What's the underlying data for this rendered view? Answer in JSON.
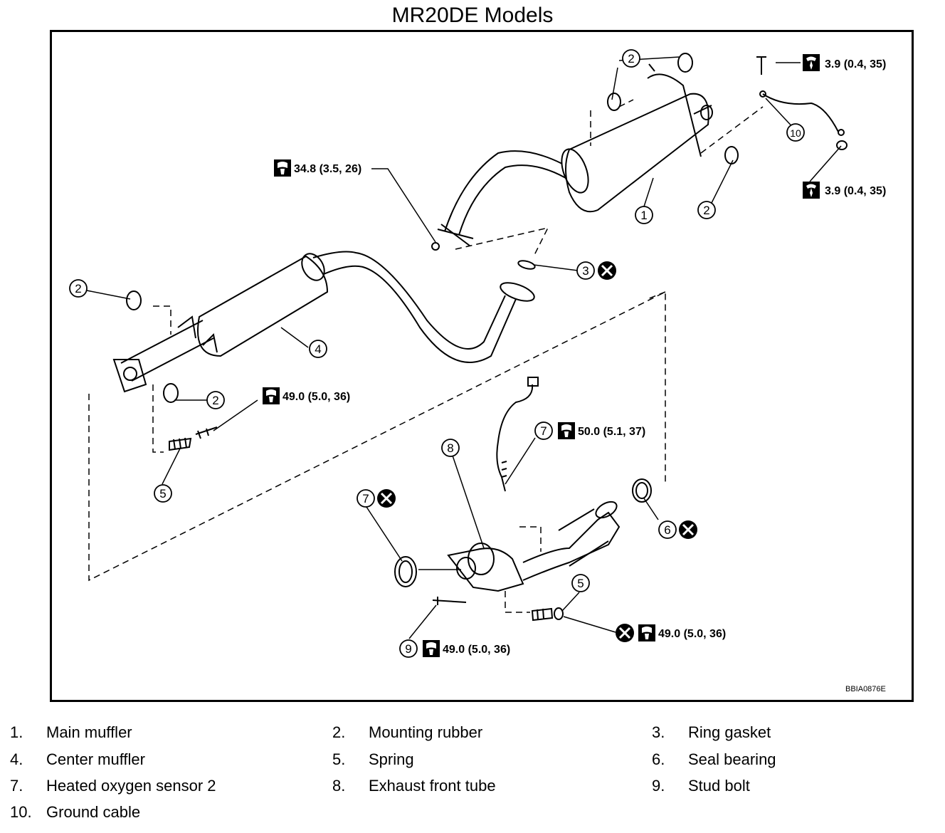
{
  "title": "MR20DE Models",
  "figure_code": "BBIA0876E",
  "callouts": {
    "c1": "1",
    "c2a": "2",
    "c2b": "2",
    "c2c": "2",
    "c2d": "2",
    "c3": "3",
    "c4": "4",
    "c5a": "5",
    "c5b": "5",
    "c6": "6",
    "c7a": "7",
    "c7b": "7",
    "c8": "8",
    "c9": "9",
    "c10": "10"
  },
  "torques": {
    "t_top1": "3.9 (0.4, 35)",
    "t_top2": "3.9 (0.4, 35)",
    "t_center": "34.8 (3.5, 26)",
    "t_center_bolt": "49.0 (5.0, 36)",
    "t_sensor": "50.0 (5.1, 37)",
    "t_spring": "49.0 (5.0, 36)",
    "t_stud": "49.0 (5.0, 36)"
  },
  "legend": [
    {
      "num": "1.",
      "label": "Main muffler"
    },
    {
      "num": "2.",
      "label": "Mounting rubber"
    },
    {
      "num": "3.",
      "label": "Ring gasket"
    },
    {
      "num": "4.",
      "label": "Center muffler"
    },
    {
      "num": "5.",
      "label": "Spring"
    },
    {
      "num": "6.",
      "label": "Seal bearing"
    },
    {
      "num": "7.",
      "label": "Heated oxygen sensor 2"
    },
    {
      "num": "8.",
      "label": "Exhaust front tube"
    },
    {
      "num": "9.",
      "label": "Stud bolt"
    },
    {
      "num": "10.",
      "label": "Ground cable"
    }
  ]
}
